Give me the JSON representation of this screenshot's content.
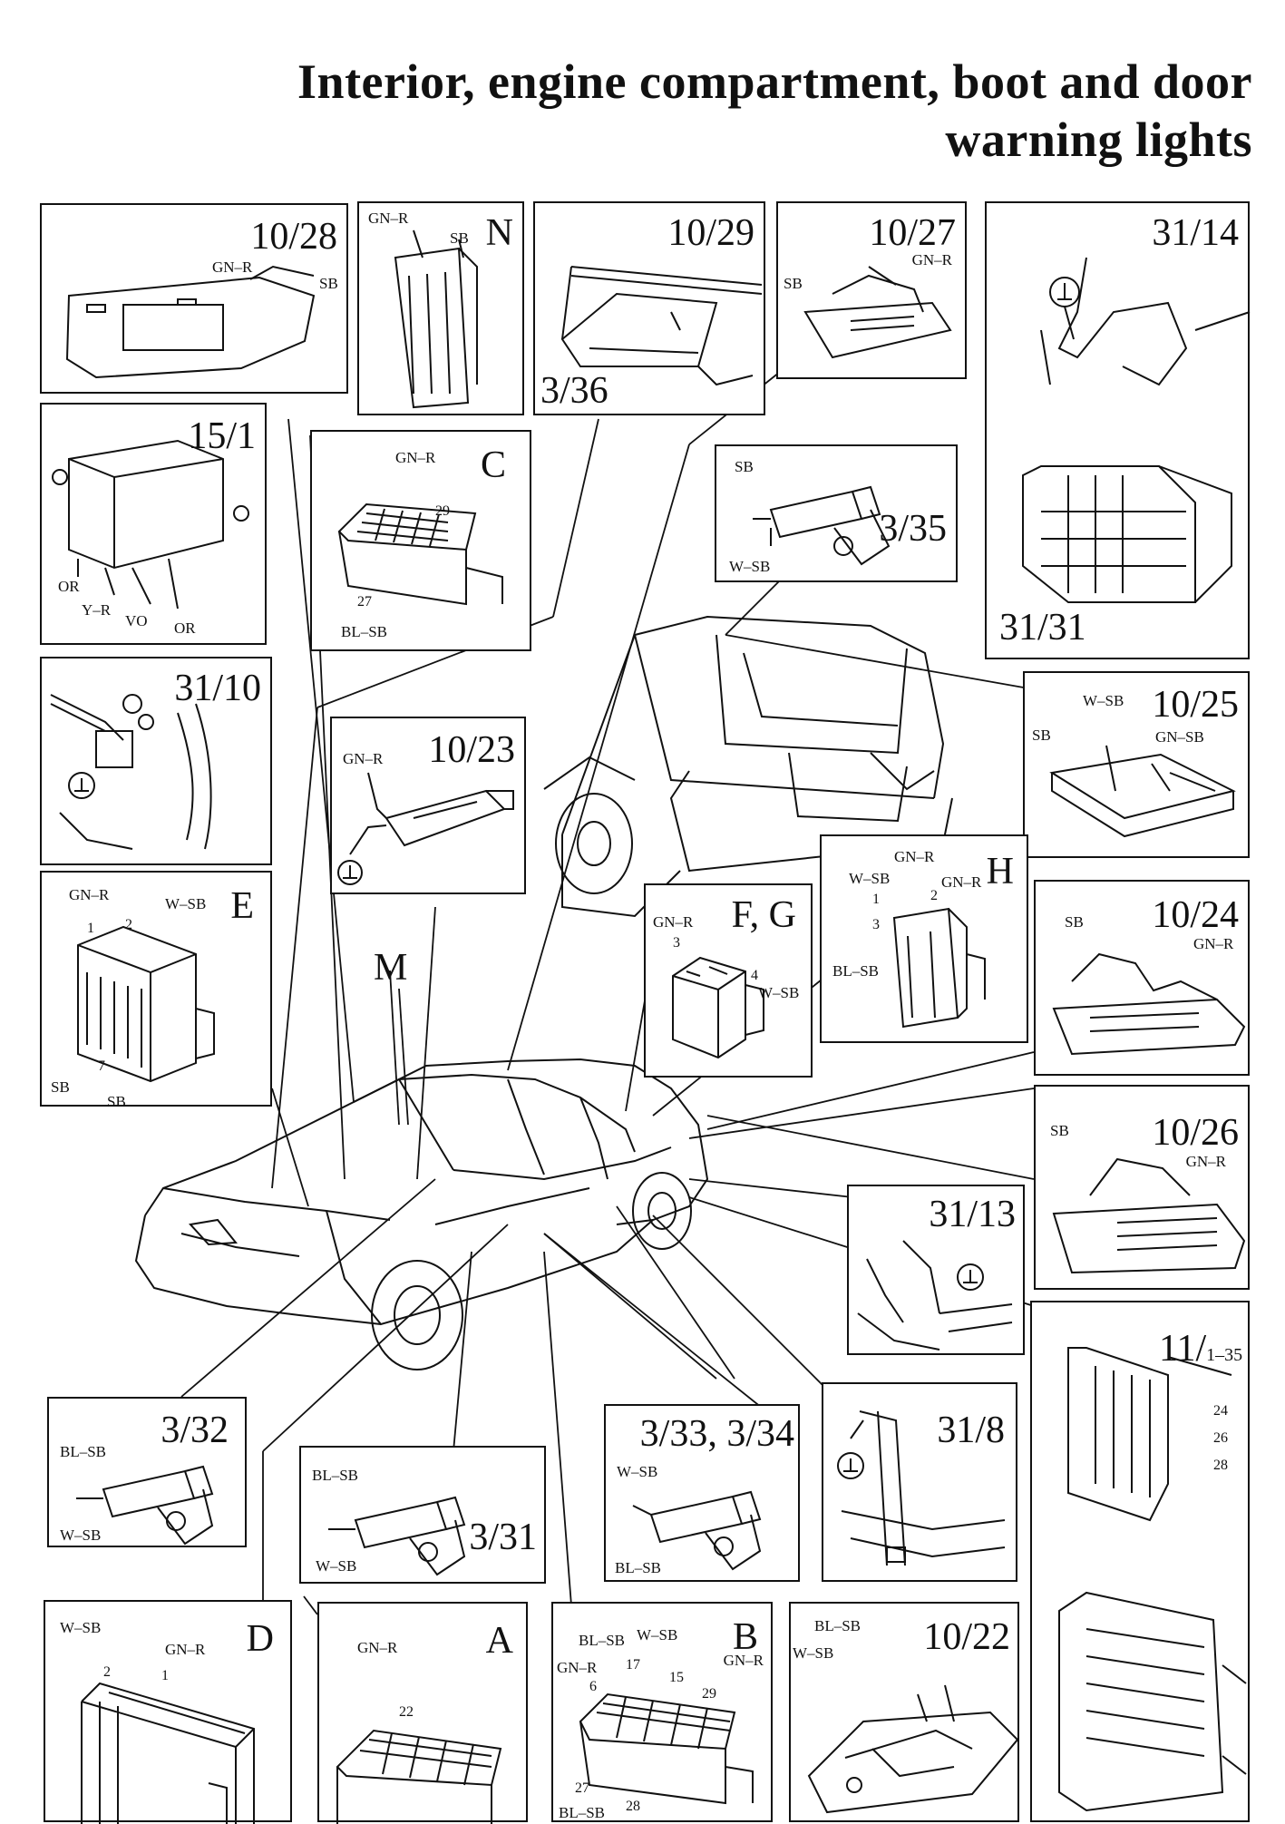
{
  "title": {
    "line1": "Interior, engine compartment, boot and door",
    "line2": "warning lights"
  },
  "panels": {
    "p1028": {
      "label": "10/28",
      "wires": [
        "GN–R",
        "SB"
      ]
    },
    "pN": {
      "label": "N",
      "wires": [
        "GN–R",
        "SB"
      ]
    },
    "p1029": {
      "label": "10/29",
      "sub": "3/36"
    },
    "p1027": {
      "label": "10/27",
      "wires": [
        "GN–R",
        "SB"
      ]
    },
    "p3114": {
      "label": "31/14",
      "sub": "31/31"
    },
    "p151": {
      "label": "15/1",
      "wires": [
        "OR",
        "Y–R",
        "VO",
        "OR"
      ]
    },
    "pC": {
      "label": "C",
      "wires": [
        "GN–R",
        "BL–SB"
      ],
      "pins": [
        "29",
        "27"
      ]
    },
    "p335": {
      "label": "3/35",
      "wires": [
        "SB",
        "W–SB"
      ]
    },
    "p3110": {
      "label": "31/10"
    },
    "p1023": {
      "label": "10/23",
      "wires": [
        "GN–R"
      ]
    },
    "p1025": {
      "label": "10/25",
      "wires": [
        "W–SB",
        "SB",
        "GN–SB"
      ]
    },
    "pE": {
      "label": "E",
      "wires": [
        "GN–R",
        "W–SB",
        "SB",
        "SB"
      ],
      "pins": [
        "1",
        "2",
        "7"
      ]
    },
    "pM": {
      "label": "M"
    },
    "pFG": {
      "label": "F, G",
      "wires": [
        "GN–R",
        "W–SB"
      ],
      "pins": [
        "3",
        "4"
      ]
    },
    "pH": {
      "label": "H",
      "wires": [
        "GN–R",
        "W–SB",
        "GN–R",
        "BL–SB"
      ],
      "pins": [
        "1",
        "2",
        "3"
      ]
    },
    "p1024": {
      "label": "10/24",
      "wires": [
        "SB",
        "GN–R"
      ]
    },
    "p1026": {
      "label": "10/26",
      "wires": [
        "SB",
        "GN–R"
      ]
    },
    "p3113": {
      "label": "31/13"
    },
    "p11": {
      "label": "11/",
      "sublabel": "1–35",
      "pins": [
        "24",
        "26",
        "28"
      ]
    },
    "p332": {
      "label": "3/32",
      "wires": [
        "BL–SB",
        "W–SB"
      ]
    },
    "p331": {
      "label": "3/31",
      "wires": [
        "BL–SB",
        "W–SB"
      ]
    },
    "p333": {
      "label": "3/33, 3/34",
      "wires": [
        "W–SB",
        "BL–SB"
      ]
    },
    "p318": {
      "label": "31/8"
    },
    "pD": {
      "label": "D",
      "wires": [
        "W–SB",
        "GN–R"
      ],
      "pins": [
        "2",
        "1"
      ]
    },
    "pA": {
      "label": "A",
      "wires": [
        "GN–R"
      ],
      "pins": [
        "22"
      ]
    },
    "pB": {
      "label": "B",
      "wires": [
        "BL–SB",
        "W–SB",
        "GN–R",
        "GN–R",
        "BL–SB"
      ],
      "pins": [
        "17",
        "15",
        "6",
        "29",
        "27",
        "28"
      ]
    },
    "p1022": {
      "label": "10/22",
      "wires": [
        "BL–SB",
        "W–SB"
      ]
    }
  },
  "icons": {
    "ground": "ground-symbol-icon",
    "car": "car-sedan-drawing",
    "estate": "car-estate-rear-drawing"
  }
}
